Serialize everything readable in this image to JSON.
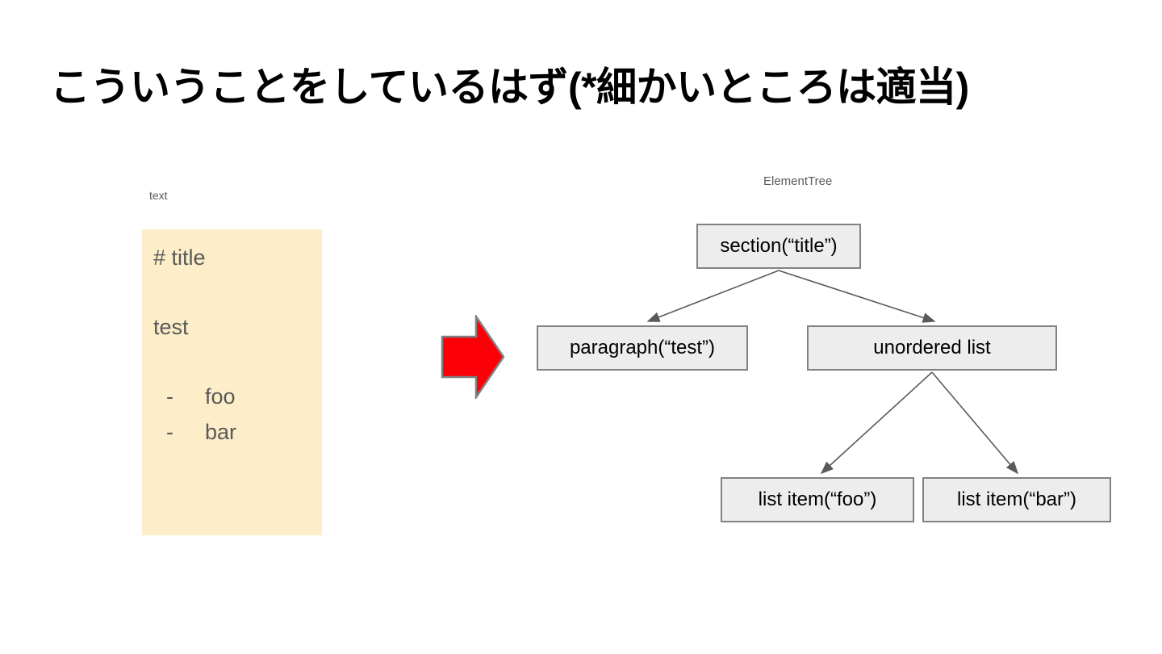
{
  "slide": {
    "title": "こういうことをしているはず(*細かいところは適当)",
    "background_color": "#ffffff"
  },
  "source_panel": {
    "caption": "text",
    "background_color": "#fdeec9",
    "text_color": "#595959",
    "lines": [
      {
        "content": "# title"
      },
      {
        "content": "test"
      },
      {
        "bullet": "-",
        "content": "foo"
      },
      {
        "bullet": "-",
        "content": "bar"
      }
    ]
  },
  "flow_arrow": {
    "icon": "right-block-arrow-icon",
    "fill_color": "#fb0007",
    "stroke_color": "#808080"
  },
  "element_tree": {
    "caption": "ElementTree",
    "node_fill_color": "#ededed",
    "node_border_color": "#828282",
    "edge_color": "#5a5a5a",
    "nodes": [
      {
        "id": "section",
        "label": "section(“title”)"
      },
      {
        "id": "paragraph",
        "label": "paragraph(“test”)"
      },
      {
        "id": "ul",
        "label": "unordered list"
      },
      {
        "id": "li_foo",
        "label": "list item(“foo”)"
      },
      {
        "id": "li_bar",
        "label": "list item(“bar”)"
      }
    ],
    "edges": [
      {
        "from": "section",
        "to": "paragraph"
      },
      {
        "from": "section",
        "to": "ul"
      },
      {
        "from": "ul",
        "to": "li_foo"
      },
      {
        "from": "ul",
        "to": "li_bar"
      }
    ]
  }
}
